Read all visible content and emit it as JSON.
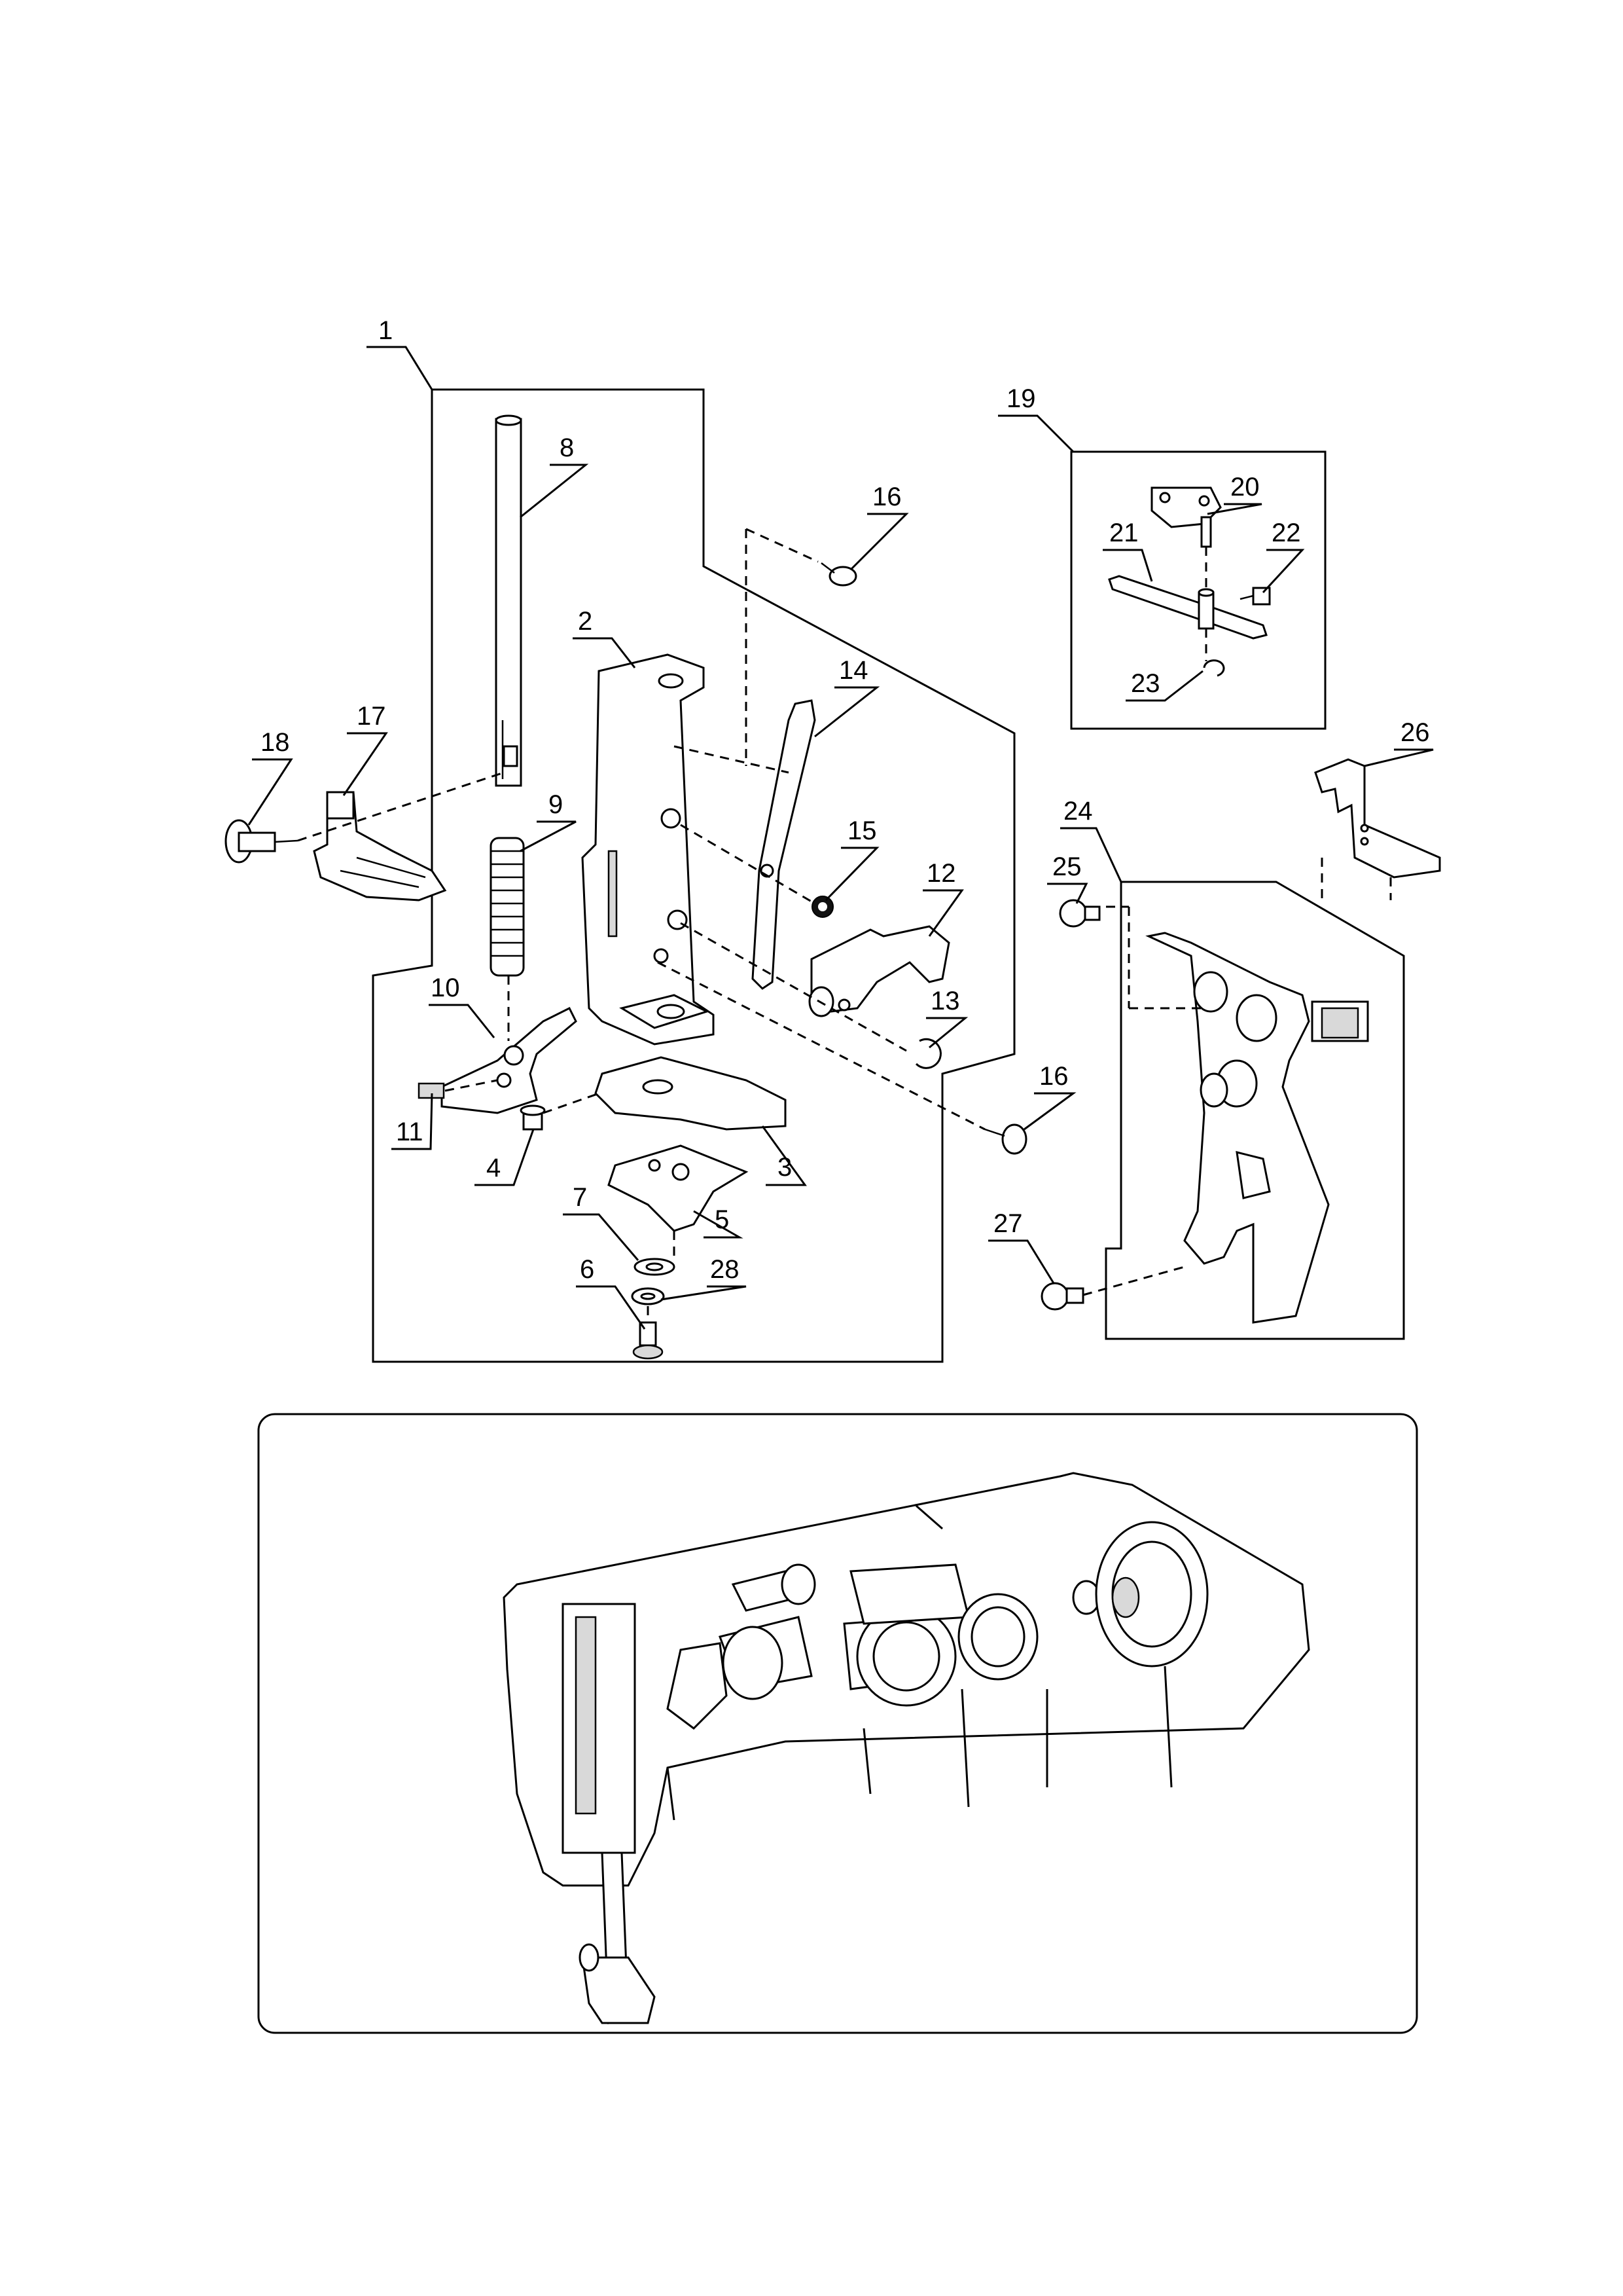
{
  "callouts": [
    {
      "id": "c1",
      "text": "1"
    },
    {
      "id": "c2",
      "text": "2"
    },
    {
      "id": "c3",
      "text": "3"
    },
    {
      "id": "c4",
      "text": "4"
    },
    {
      "id": "c5",
      "text": "5"
    },
    {
      "id": "c6",
      "text": "6"
    },
    {
      "id": "c7",
      "text": "7"
    },
    {
      "id": "c8",
      "text": "8"
    },
    {
      "id": "c9",
      "text": "9"
    },
    {
      "id": "c10",
      "text": "10"
    },
    {
      "id": "c11",
      "text": "11"
    },
    {
      "id": "c12",
      "text": "12"
    },
    {
      "id": "c13",
      "text": "13"
    },
    {
      "id": "c14",
      "text": "14"
    },
    {
      "id": "c15",
      "text": "15"
    },
    {
      "id": "c16a",
      "text": "16"
    },
    {
      "id": "c16b",
      "text": "16"
    },
    {
      "id": "c17",
      "text": "17"
    },
    {
      "id": "c18",
      "text": "18"
    },
    {
      "id": "c19",
      "text": "19"
    },
    {
      "id": "c20",
      "text": "20"
    },
    {
      "id": "c21",
      "text": "21"
    },
    {
      "id": "c22",
      "text": "22"
    },
    {
      "id": "c23",
      "text": "23"
    },
    {
      "id": "c24",
      "text": "24"
    },
    {
      "id": "c25",
      "text": "25"
    },
    {
      "id": "c26",
      "text": "26"
    },
    {
      "id": "c27",
      "text": "27"
    },
    {
      "id": "c28",
      "text": "28"
    }
  ]
}
